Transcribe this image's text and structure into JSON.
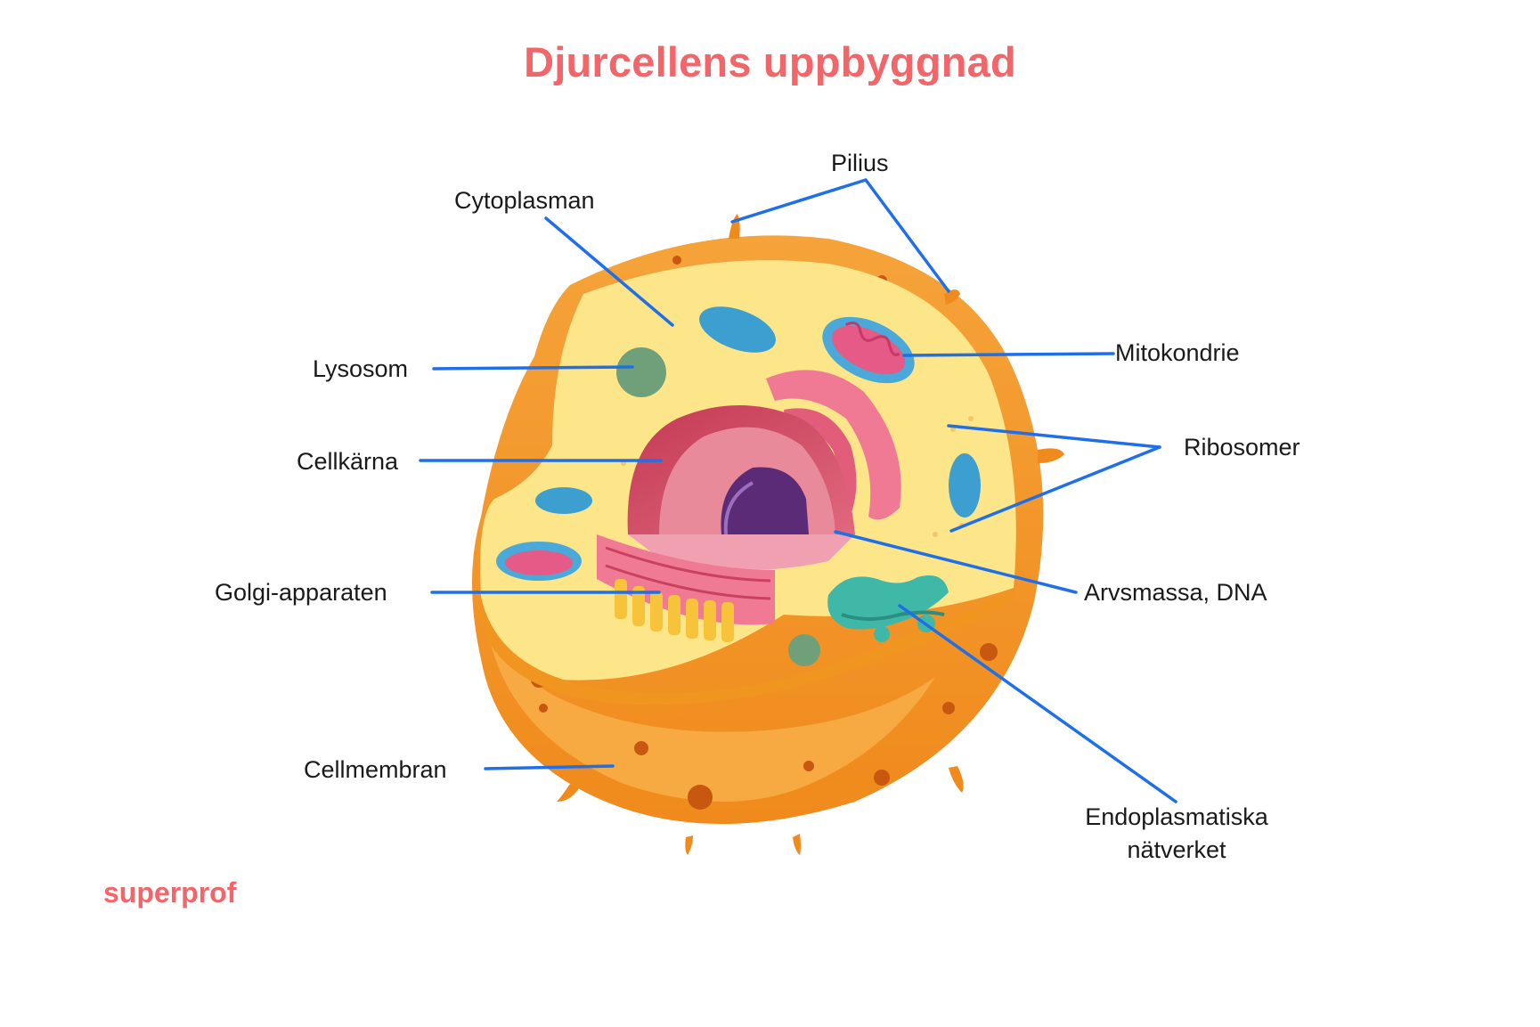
{
  "title": "Djurcellens uppbyggnad",
  "brand": "superprof",
  "labels": {
    "pilius": "Pilius",
    "cytoplasman": "Cytoplasman",
    "mitokondrie": "Mitokondrie",
    "lysosom": "Lysosom",
    "ribosomer": "Ribosomer",
    "cellkarna": "Cellkärna",
    "golgi": "Golgi-apparaten",
    "arvsmassa": "Arvsmassa, DNA",
    "cellmembran": "Cellmembran",
    "endoplasmatiska_1": "Endoplasmatiska",
    "endoplasmatiska_2": "nätverket"
  },
  "colors": {
    "title": "#f2666a",
    "leader_line": "#1e6fe8",
    "membrane": "#f08a1c",
    "cytoplasm": "#fde58a",
    "nucleus": "#d9566a",
    "dna": "#5b2b78",
    "golgi": "#f07a94",
    "er": "#3fb8a8",
    "mitochondria": "#4aa9d8",
    "lysosome": "#6fa07a"
  }
}
